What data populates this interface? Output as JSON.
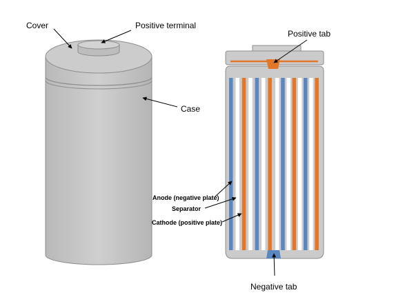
{
  "labels": {
    "cover": "Cover",
    "positive_terminal": "Positive terminal",
    "case": "Case",
    "positive_tab": "Positive tab",
    "anode": "Anode (negative plate)",
    "separator": "Separator",
    "cathode": "Cathode (positive plate)",
    "negative_tab": "Negative tab"
  },
  "colors": {
    "case_fill": "#c4c4c4",
    "case_stroke": "#8c8c8c",
    "anode": "#5b87c0",
    "cathode": "#e2772a",
    "separator": "#ffffff",
    "cross_section_fill": "#cbcbcb"
  },
  "plates": {
    "left_group": [
      "anode",
      "separator",
      "cathode",
      "separator",
      "anode",
      "separator",
      "cathode"
    ],
    "right_group": [
      "separator",
      "anode",
      "separator",
      "cathode",
      "separator",
      "anode",
      "separator",
      "cathode"
    ]
  }
}
